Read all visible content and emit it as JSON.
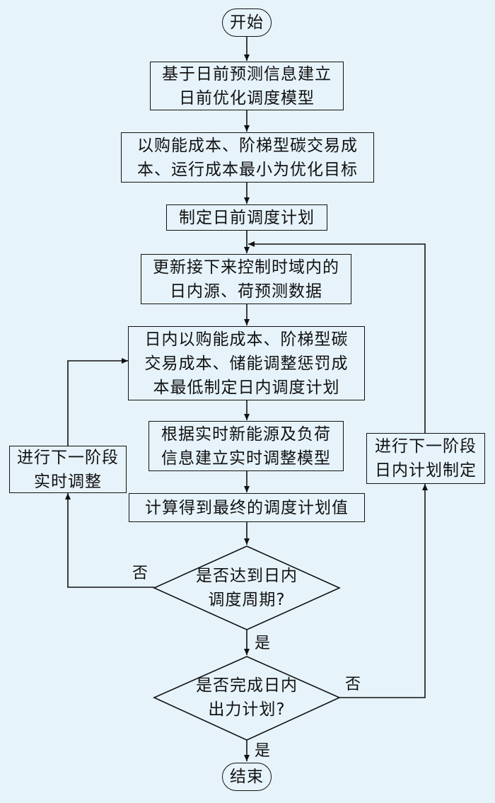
{
  "flow": {
    "start": "开始",
    "step1": "基于日前预测信息建立\n日前优化调度模型",
    "step2": "以购能成本、阶梯型碳交易成\n本、运行成本最小为优化目标",
    "step3": "制定日前调度计划",
    "step4": "更新接下来控制时域内的\n日内源、荷预测数据",
    "step5": "日内以购能成本、阶梯型碳\n交易成本、储能调整惩罚成\n本最低制定日内调度计划",
    "step6": "根据实时新能源及负荷\n信息建立实时调整模型",
    "step7": "计算得到最终的调度计划值",
    "decision1": "是否达到日内\n调度周期?",
    "decision2": "是否完成日内\n出力计划?",
    "loop_left": "进行下一阶段\n实时调整",
    "loop_right": "进行下一阶段\n日内计划制定",
    "end": "结束",
    "label_no": "否",
    "label_yes": "是"
  }
}
